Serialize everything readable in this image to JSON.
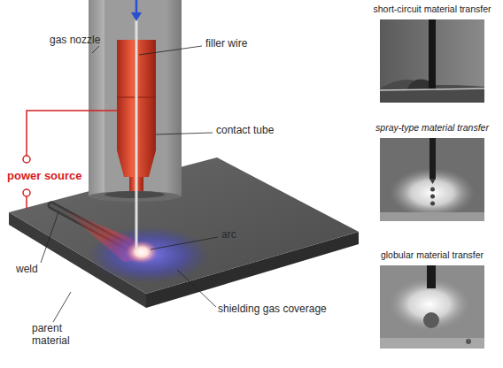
{
  "diagram": {
    "nodes": [
      {
        "text": [
          "short-circuit material transfer"
        ]
      },
      {
        "text": [
          "spray-type material transfer"
        ]
      },
      {
        "text": [
          "globular material transfer"
        ]
      }
    ],
    "labels": [
      "gas nozzle",
      "filler wire",
      "contact tube",
      "power source",
      "arc",
      "weld",
      "parent material",
      "shielding gas coverage"
    ]
  }
}
